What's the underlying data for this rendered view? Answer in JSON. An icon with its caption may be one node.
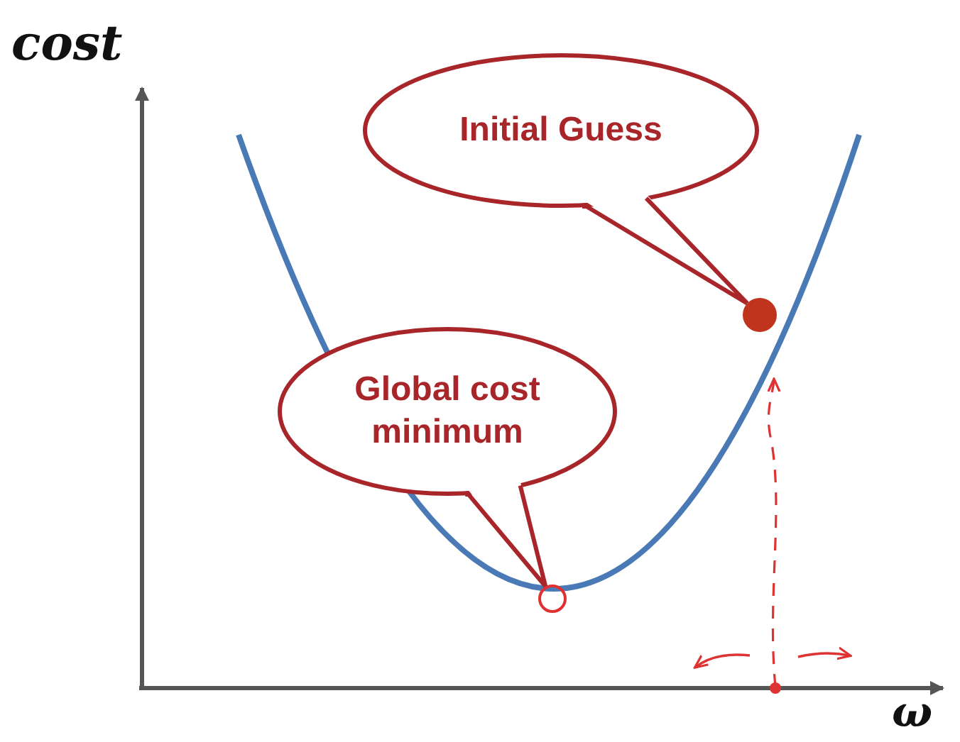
{
  "diagram": {
    "nodes": [
      {
        "text": [
          "Initial Guess"
        ]
      },
      {
        "text": [],
        "shape": "circle"
      },
      {
        "text": [
          "Global cost minimum"
        ]
      },
      {
        "text": [],
        "shape": "circle"
      }
    ],
    "edges": [
      {
        "from": 0,
        "to": 1,
        "arrow": "none"
      },
      {
        "from": 2,
        "to": 3,
        "arrow": "none"
      }
    ],
    "labels": [
      "cost",
      "ω"
    ]
  }
}
